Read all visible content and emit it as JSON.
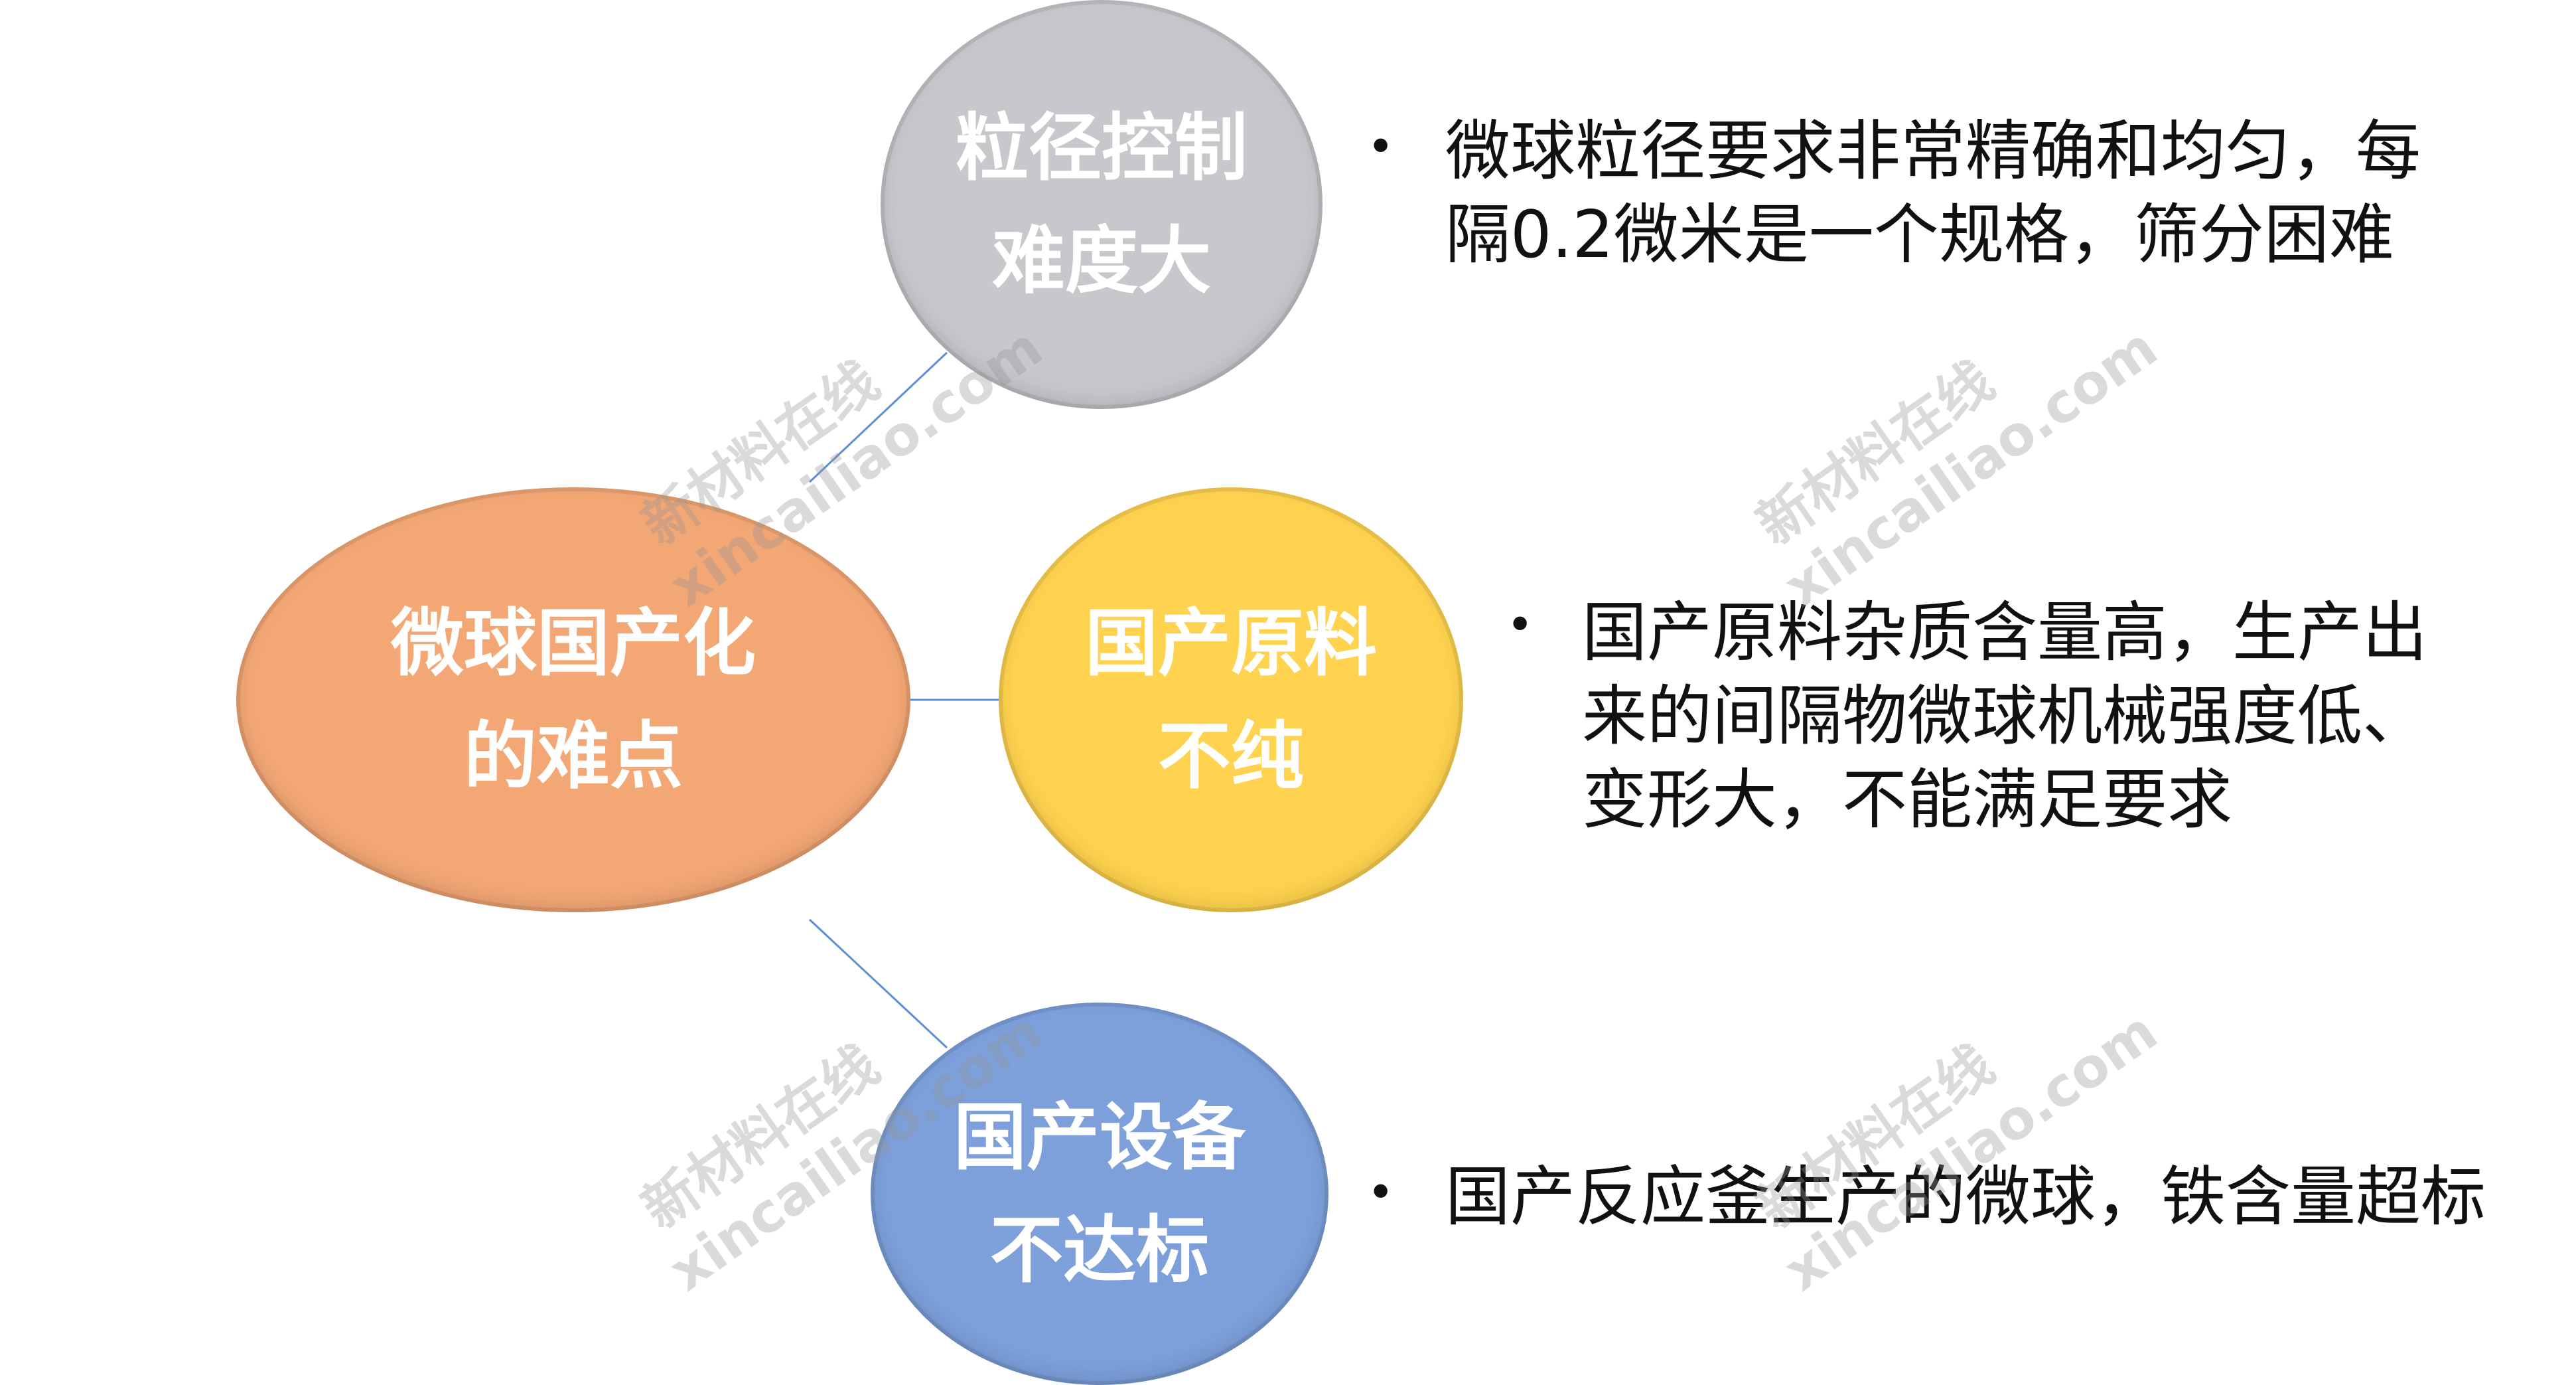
{
  "center": {
    "line1": "微球国产化",
    "line2": "的难点",
    "color": "#F3A775"
  },
  "branches": [
    {
      "title1": "粒径控制",
      "title2": "难度大",
      "color": "#C8C7CC",
      "desc": [
        "微球粒径要求非常精确和均匀，每",
        "隔0.2微米是一个规格，筛分困难"
      ]
    },
    {
      "title1": "国产原料",
      "title2": "不纯",
      "color": "#FFD34F",
      "desc": [
        "国产原料杂质含量高，生产出",
        "来的间隔物微球机械强度低、",
        "变形大，不能满足要求"
      ]
    },
    {
      "title1": "国产设备",
      "title2": "不达标",
      "color": "#7DA0DB",
      "desc": [
        "国产反应釜生产的微球，铁含量超标"
      ]
    }
  ],
  "bullet_symbol": "•",
  "watermark": {
    "line1": "新材料在线",
    "line2": "xincailiao.com"
  }
}
